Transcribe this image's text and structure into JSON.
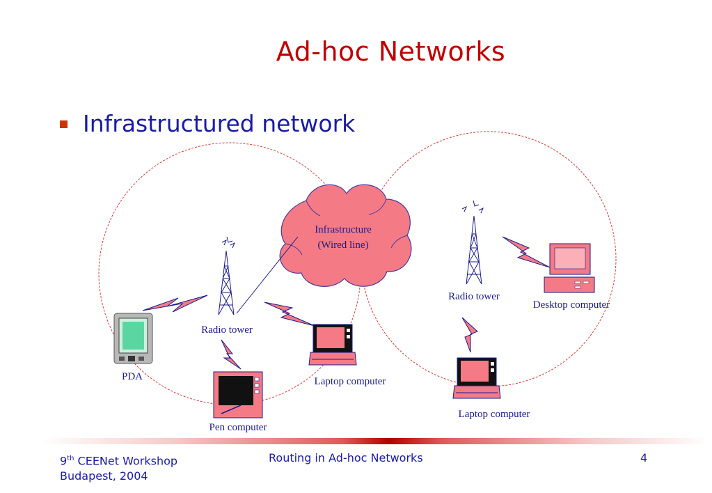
{
  "slide": {
    "title": "Ad-hoc Networks",
    "bullet": "Infrastructured network"
  },
  "diagram": {
    "cloud_line1": "Infrastructure",
    "cloud_line2": "(Wired line)",
    "radio_tower_left": "Radio tower",
    "radio_tower_right": "Radio tower",
    "pda": "PDA",
    "pen_computer": "Pen computer",
    "laptop_left": "Laptop computer",
    "laptop_right": "Laptop computer",
    "desktop": "Desktop computer"
  },
  "footer": {
    "workshop_num": "9",
    "workshop_sup": "th",
    "workshop_name": " CEENet Workshop",
    "location": "Budapest, 2004",
    "center": "Routing in Ad-hoc Networks",
    "page": "4"
  },
  "colors": {
    "title": "#c00000",
    "text": "#1a1aa6",
    "cloud": "#f47a86",
    "device": "#f47a86",
    "coverage_circle": "#d23c3c"
  }
}
